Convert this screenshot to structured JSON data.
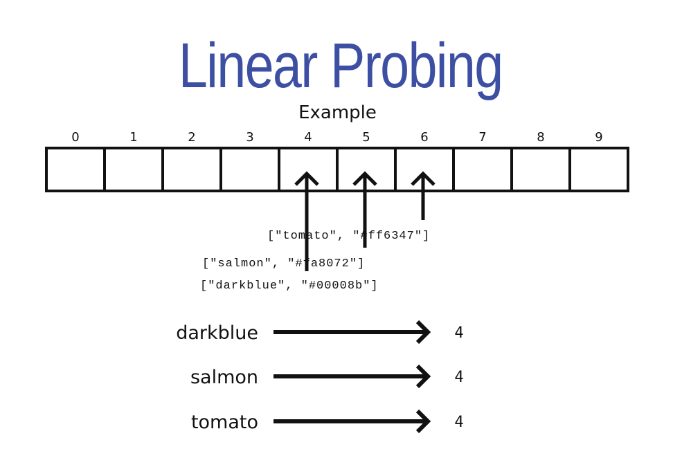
{
  "title": "Linear Probing",
  "subtitle": "Example",
  "colors": {
    "title": "#3d4fa3",
    "ink": "#111111"
  },
  "array": {
    "indices": [
      "0",
      "1",
      "2",
      "3",
      "4",
      "5",
      "6",
      "7",
      "8",
      "9"
    ]
  },
  "entries": [
    {
      "label": "[\"darkblue\", \"#00008b\"]",
      "slot": 4
    },
    {
      "label": "[\"salmon\", \"#fa8072\"]",
      "slot": 5
    },
    {
      "label": "[\"tomato\", \"#ff6347\"]",
      "slot": 6
    }
  ],
  "hashes": [
    {
      "key": "darkblue",
      "value": "4"
    },
    {
      "key": "salmon",
      "value": "4"
    },
    {
      "key": "tomato",
      "value": "4"
    }
  ]
}
